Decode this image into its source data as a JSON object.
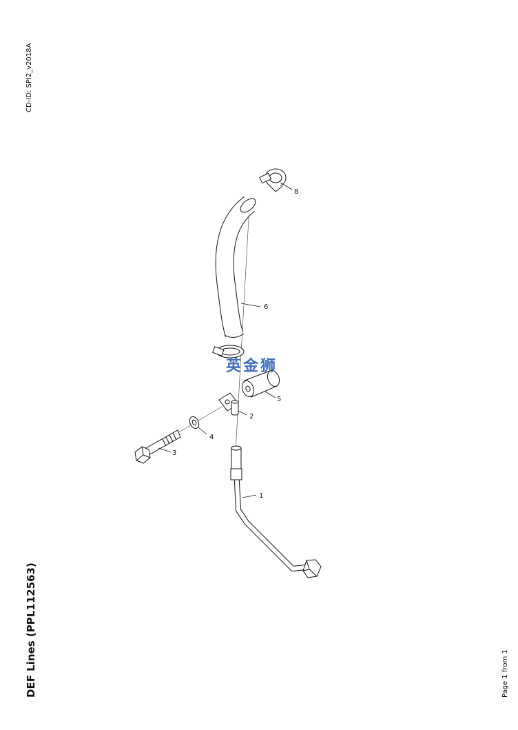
{
  "header": {
    "cd_id": "CD-ID: SPI2_v2018A"
  },
  "title": "DEF Lines (PPL112563)",
  "footer": {
    "page_info": "Page 1 from 1"
  },
  "watermark": "英金狮",
  "callouts": [
    "8",
    "6",
    "5",
    "2",
    "4",
    "3",
    "1"
  ],
  "parts": [
    "clamp",
    "hose",
    "clamp",
    "spacer",
    "bracket",
    "washer",
    "bolt",
    "tube"
  ]
}
